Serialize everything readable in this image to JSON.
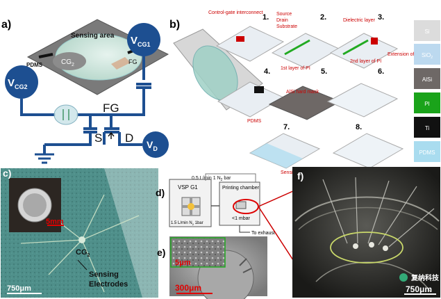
{
  "panels": {
    "a": {
      "label": "a)",
      "sensing_area": "Sensing area",
      "pdms": "PDMS",
      "cg2_area": "CG",
      "cg2_area_sub": "2",
      "fg_area": "FG",
      "vcg1": "V",
      "vcg1_sub": "CG1",
      "vcg2": "V",
      "vcg2_sub": "CG2",
      "fg": "FG",
      "s": "S",
      "d": "D",
      "vd": "V",
      "vd_sub": "D"
    },
    "b": {
      "label": "b)",
      "callouts": {
        "control_gate": "Control-gate interconnect",
        "source": "Source",
        "drain": "Drain",
        "substrate": "Substrate",
        "dielectric": "Dielectric layer",
        "pi1": "1st layer of PI",
        "pi2": "2nd layer of PI",
        "extension": "Extension of FG",
        "pdms": "PDMS",
        "hard_mask": "AlSi hard mask",
        "sensing_electrode": "Sensing electrode"
      },
      "steps": [
        "1.",
        "2.",
        "3.",
        "4.",
        "5.",
        "6.",
        "7.",
        "8."
      ],
      "legend": [
        {
          "label": "Si",
          "color": "#dcdcdc",
          "text": "#ffffff"
        },
        {
          "label": "SiO",
          "sub": "2",
          "color": "#bcd9ef",
          "text": "#ffffff"
        },
        {
          "label": "AlSi",
          "color": "#6e6866",
          "text": "#ffffff"
        },
        {
          "label": "PI",
          "color": "#1aa31a",
          "text": "#ffffff"
        },
        {
          "label": "Ti",
          "color": "#111111",
          "text": "#ffffff"
        },
        {
          "label": "PDMS",
          "color": "#a9dcef",
          "text": "#ffffff"
        }
      ]
    },
    "c": {
      "label": "c)",
      "cg2": "CG",
      "cg2_sub": "2",
      "sensing1": "Sensing",
      "sensing2": "Electrodes",
      "scale": "750μm",
      "inset_scale": "5mm"
    },
    "d": {
      "label": "d)",
      "vsp": "VSP G1",
      "flow_top": "0.5 L/min 1 N",
      "flow_top_sub": "2",
      "flow_top_end": " bar",
      "flow_side": "1.5 L/min N",
      "flow_side_sub": "2",
      "flow_side_end": " 1bar",
      "chamber": "Printing chamber",
      "pressure": "<1 mbar",
      "exhaust": "To exhaust"
    },
    "e": {
      "label": "e)",
      "inset_scale": "5μm",
      "scale": "300μm"
    },
    "f": {
      "label": "f)",
      "scale": "750μm",
      "watermark": "复纳科技"
    }
  }
}
